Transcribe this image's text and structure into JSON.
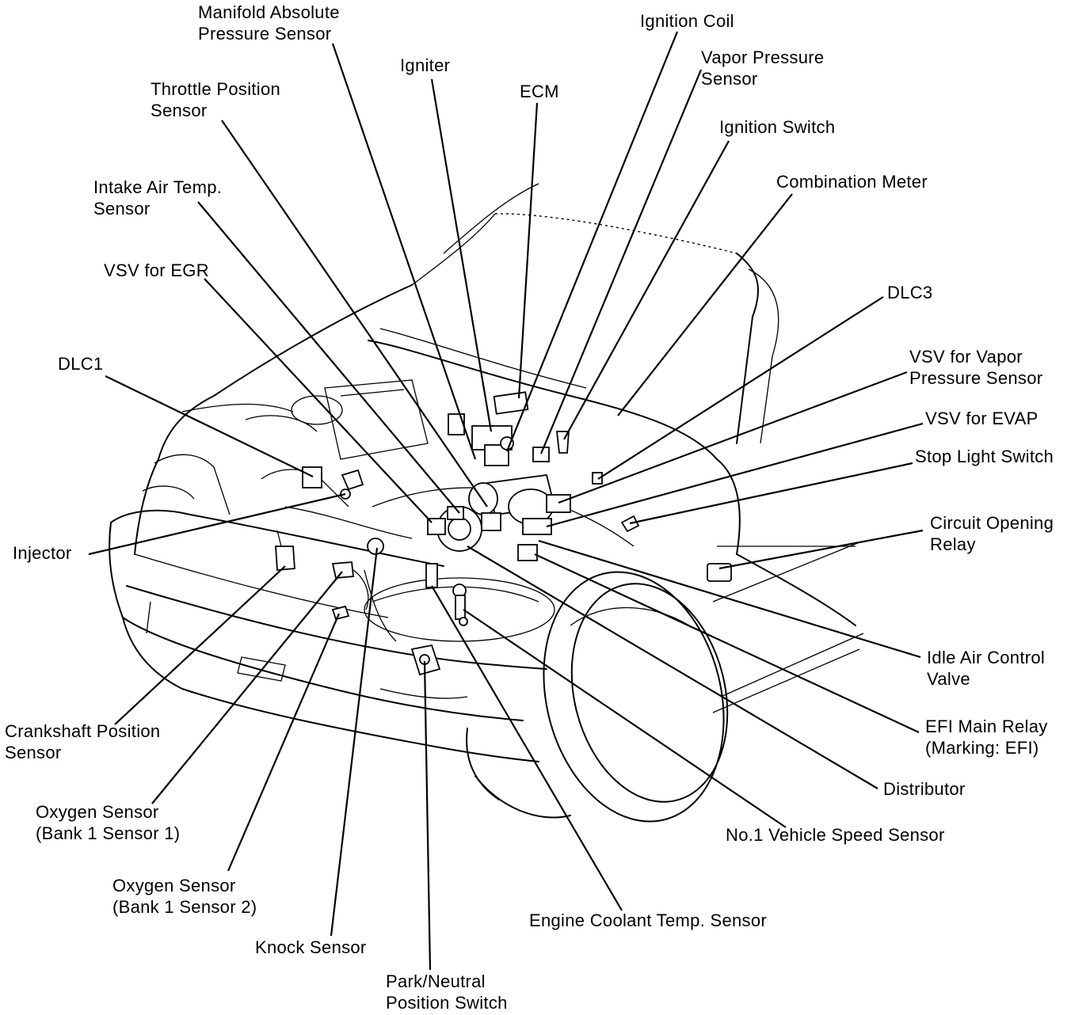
{
  "labels": {
    "map_sensor": [
      "Manifold Absolute",
      "Pressure Sensor"
    ],
    "ignition_coil": [
      "Ignition Coil"
    ],
    "vapor_pressure_sensor": [
      "Vapor Pressure",
      "Sensor"
    ],
    "igniter": [
      "Igniter"
    ],
    "ecm": [
      "ECM"
    ],
    "throttle_position_sensor": [
      "Throttle Position",
      "Sensor"
    ],
    "ignition_switch": [
      "Ignition Switch"
    ],
    "combination_meter": [
      "Combination Meter"
    ],
    "intake_air_temp_sensor": [
      "Intake Air Temp.",
      "Sensor"
    ],
    "vsv_egr": [
      "VSV for EGR"
    ],
    "dlc3": [
      "DLC3"
    ],
    "dlc1": [
      "DLC1"
    ],
    "vsv_vapor_pressure_sensor": [
      "VSV for Vapor",
      "Pressure Sensor"
    ],
    "vsv_evap": [
      "VSV for EVAP"
    ],
    "stop_light_switch": [
      "Stop Light Switch"
    ],
    "circuit_opening_relay": [
      "Circuit Opening",
      "Relay"
    ],
    "injector": [
      "Injector"
    ],
    "idle_air_control_valve": [
      "Idle Air Control",
      "Valve"
    ],
    "crankshaft_position_sensor": [
      "Crankshaft Position",
      "Sensor"
    ],
    "efi_main_relay": [
      "EFI Main Relay",
      "(Marking: EFI)"
    ],
    "distributor": [
      "Distributor"
    ],
    "oxygen_sensor_b1s1": [
      "Oxygen Sensor",
      "(Bank 1 Sensor 1)"
    ],
    "vehicle_speed_sensor": [
      "No.1 Vehicle Speed Sensor"
    ],
    "oxygen_sensor_b1s2": [
      "Oxygen Sensor",
      "(Bank 1 Sensor 2)"
    ],
    "engine_coolant_temp_sensor": [
      "Engine Coolant Temp. Sensor"
    ],
    "knock_sensor": [
      "Knock Sensor"
    ],
    "park_neutral_switch": [
      "Park/Neutral",
      "Position Switch"
    ]
  }
}
